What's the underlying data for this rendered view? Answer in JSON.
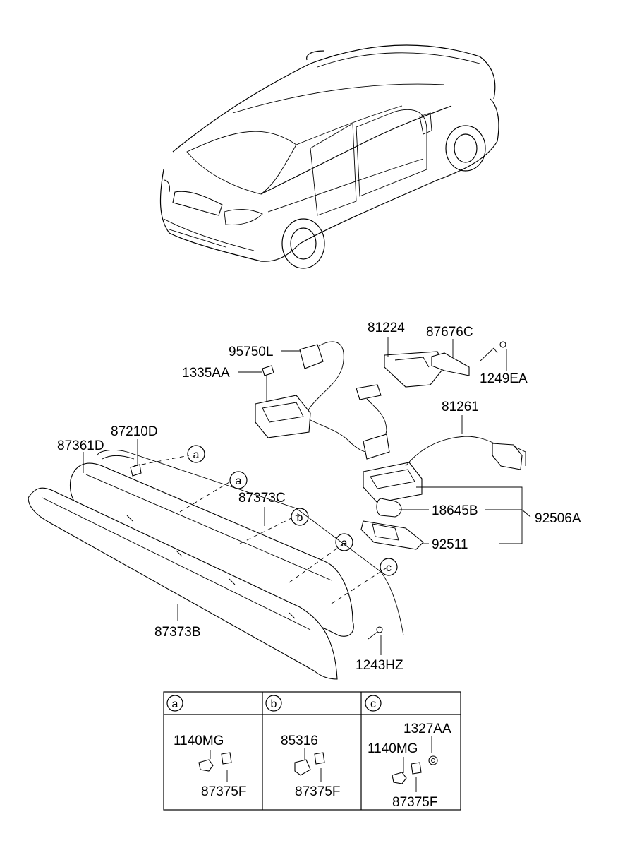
{
  "part_labels": {
    "p95750L": "95750L",
    "p1335AA": "1335AA",
    "p81224": "81224",
    "p87676C": "87676C",
    "p1249EA": "1249EA",
    "p81261": "81261",
    "p87210D": "87210D",
    "p87361D": "87361D",
    "p87373C": "87373C",
    "p18645B": "18645B",
    "p92506A": "92506A",
    "p92511": "92511",
    "p87373B": "87373B",
    "p1243HZ": "1243HZ"
  },
  "callouts": {
    "a": "a",
    "b": "b",
    "c": "c"
  },
  "detail_table": {
    "a": {
      "header": "a",
      "part1": "1140MG",
      "part2": "87375F"
    },
    "b": {
      "header": "b",
      "part1": "85316",
      "part2": "87375F"
    },
    "c": {
      "header": "c",
      "part1": "1327AA",
      "part2": "1140MG",
      "part3": "87375F"
    }
  }
}
